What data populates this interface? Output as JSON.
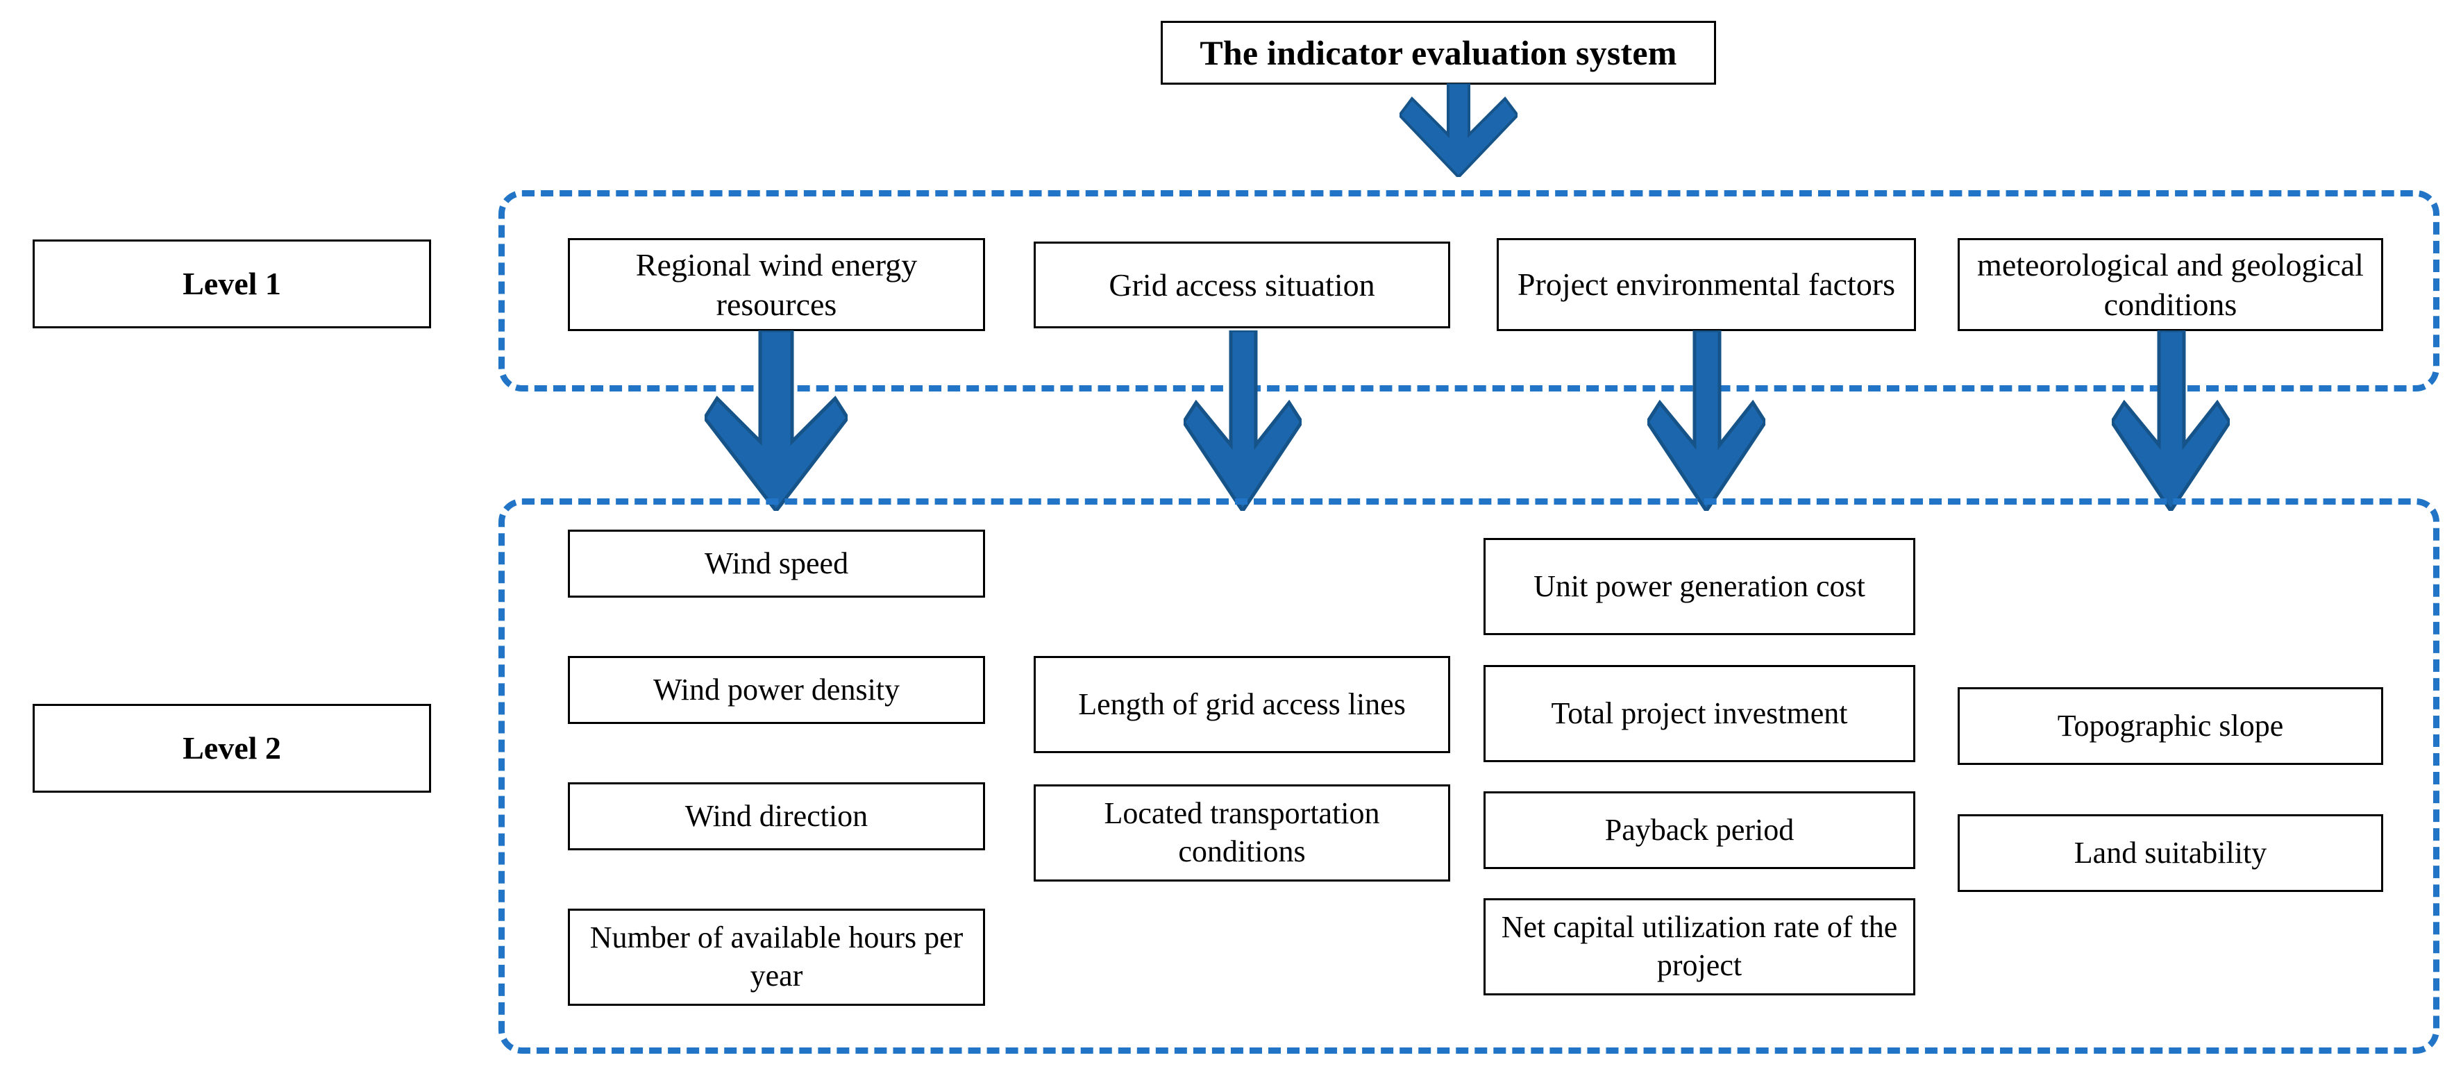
{
  "diagram": {
    "title": "The indicator evaluation system",
    "accent_blue": "#1B66AC",
    "dashed_blue": "#2275C6",
    "box_border": "#000000",
    "levels": [
      {
        "key": "level1",
        "label": "Level 1"
      },
      {
        "key": "level2",
        "label": "Level 2"
      }
    ],
    "level1_items": [
      "Regional wind energy resources",
      "Grid access situation",
      "Project environmental factors",
      "meteorological and geological conditions"
    ],
    "level2_columns": [
      {
        "parent": "Regional wind energy resources",
        "items": [
          "Wind speed",
          "Wind power density",
          "Wind direction",
          "Number of available hours per year"
        ]
      },
      {
        "parent": "Grid access situation",
        "items": [
          "Length of grid access lines",
          "Located transportation conditions"
        ]
      },
      {
        "parent": "Project environmental factors",
        "items": [
          "Unit power generation cost",
          "Total project investment",
          "Payback period",
          "Net capital utilization rate of the project"
        ]
      },
      {
        "parent": "meteorological and geological conditions",
        "items": [
          "Topographic slope",
          "Land suitability"
        ]
      }
    ],
    "arrows": {
      "root_to_level1": "down-arrow-icon",
      "level1_to_level2": "down-arrow-icon"
    }
  }
}
